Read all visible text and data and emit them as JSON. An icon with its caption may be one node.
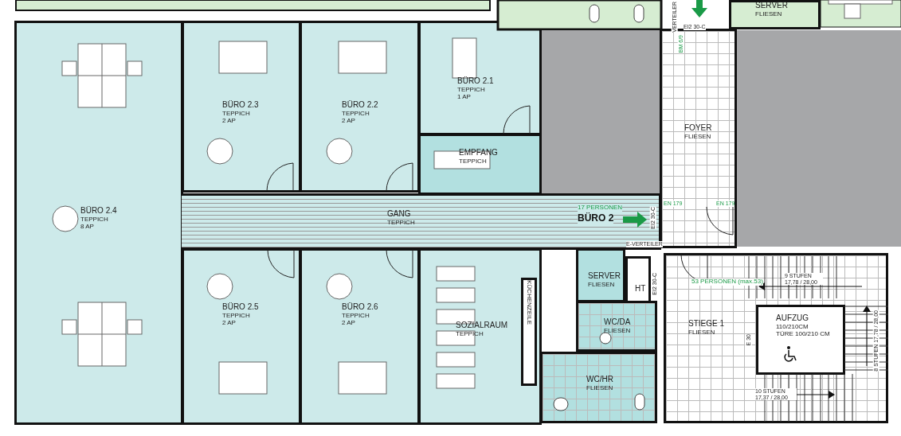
{
  "diagram": {
    "nodes": [
      {
        "text": [
          "SERVER",
          "FLIESEN"
        ]
      },
      {
        "text": [
          "BÜRO 2.3",
          "TEPPICH",
          "2 AP"
        ]
      },
      {
        "text": [
          "BÜRO 2.2",
          "TEPPICH",
          "2 AP"
        ]
      },
      {
        "text": [
          "BÜRO 2.1",
          "TEPPICH",
          "1 AP"
        ]
      },
      {
        "text": [
          "EMPFANG",
          "TEPPICH"
        ]
      },
      {
        "text": [
          "FOYER",
          "FLIESEN"
        ]
      },
      {
        "text": [
          "BÜRO 2.4",
          "TEPPICH",
          "8 AP"
        ]
      },
      {
        "text": [
          "GANG",
          "TEPPICH"
        ]
      },
      {
        "text": [
          "SERVER",
          "FLIESEN"
        ]
      },
      {
        "text": [
          "HT"
        ]
      },
      {
        "text": [
          "STIEGE 1",
          "FLIESEN"
        ]
      },
      {
        "text": [
          "AUFZUG",
          "110/210CM",
          "TÜRE 100/210 CM"
        ],
        "in": 10
      },
      {
        "text": [
          "WC/DA",
          "FLIESEN"
        ]
      },
      {
        "text": [
          "BÜRO 2.5",
          "TEPPICH",
          "2 AP"
        ]
      },
      {
        "text": [
          "BÜRO 2.6",
          "TEPPICH",
          "2 AP"
        ]
      },
      {
        "text": [
          "SOZIALRAUM",
          "TEPPICH"
        ]
      },
      {
        "text": [
          "KÜCHENZEILE"
        ],
        "in": 15
      },
      {
        "text": [
          "WC/HR",
          "FLIESEN"
        ]
      }
    ],
    "labels": [
      "VERTEILER",
      "EI2 30-C",
      "BM 6/9",
      "EN 179",
      "EN 179",
      "17 PERSONEN",
      "BÜRO 2",
      "EI2 30-C",
      "E-VERTEILER",
      "EI2 30-C",
      "53 PERSONEN (max.53)",
      "9 STUFEN 17,78 / 28,00",
      "E 30",
      "8 STUFEN 17,78 / 28,00",
      "10 STUFEN 17,37 / 28,00"
    ]
  }
}
